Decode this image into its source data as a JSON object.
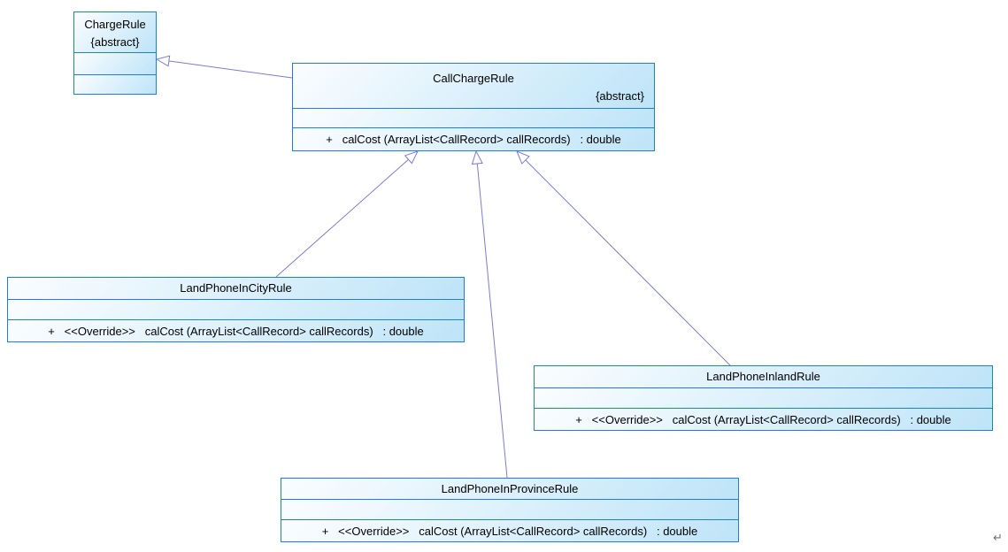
{
  "page": {
    "background": "#ffffff",
    "return_mark": "↵"
  },
  "diagram": {
    "type": "uml-class-diagram",
    "colors": {
      "box_border": "#1c80d4",
      "box_fill_light": "#fbfdff",
      "box_fill_dark": "#bee4f8",
      "connector": "#7b7bd8",
      "text": "#000000",
      "return_mark": "#6f6f6f"
    },
    "classes": [
      {
        "id": "ChargeRule",
        "name": "ChargeRule",
        "stereotype": "{abstract}",
        "attributes_text": "",
        "methods_text": ""
      },
      {
        "id": "CallChargeRule",
        "name": "CallChargeRule",
        "stereotype": "{abstract}",
        "attributes_text": "",
        "methods_text": "+   calCost (ArrayList<CallRecord> callRecords)   : double"
      },
      {
        "id": "LandPhoneInCityRule",
        "name": "LandPhoneInCityRule",
        "stereotype": "",
        "attributes_text": "",
        "methods_text": "+   <<Override>>   calCost (ArrayList<CallRecord> callRecords)   : double"
      },
      {
        "id": "LandPhoneInlandRule",
        "name": "LandPhoneInlandRule",
        "stereotype": "",
        "attributes_text": "",
        "methods_text": "+   <<Override>>   calCost (ArrayList<CallRecord> callRecords)   : double"
      },
      {
        "id": "LandPhoneInProvinceRule",
        "name": "LandPhoneInProvinceRule",
        "stereotype": "",
        "attributes_text": "",
        "methods_text": "+   <<Override>>   calCost (ArrayList<CallRecord> callRecords)   : double"
      }
    ],
    "relationships": [
      {
        "type": "generalization",
        "from": "CallChargeRule",
        "to": "ChargeRule",
        "line": [
          330,
          88,
          177,
          67
        ]
      },
      {
        "type": "generalization",
        "from": "LandPhoneInCityRule",
        "to": "CallChargeRule",
        "line": [
          312,
          313,
          472,
          171
        ]
      },
      {
        "type": "generalization",
        "from": "LandPhoneInProvinceRule",
        "to": "CallChargeRule",
        "line": [
          573,
          540,
          538,
          171
        ]
      },
      {
        "type": "generalization",
        "from": "LandPhoneInlandRule",
        "to": "CallChargeRule",
        "line": [
          825,
          413,
          584,
          171
        ]
      }
    ]
  }
}
